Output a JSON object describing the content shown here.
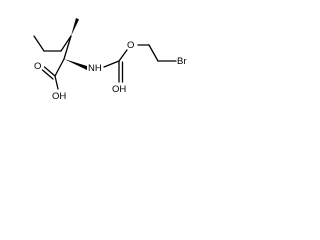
{
  "structure": {
    "atoms": {
      "carboxyl_oxygen": "O",
      "hydroxyl": "OH",
      "amine": "NH",
      "ether_oxygen": "O",
      "carbamate_hydroxyl": "OH",
      "bromine": "Br"
    },
    "colors": {
      "bond": "#000000",
      "label": "#000000",
      "background": "#ffffff"
    }
  }
}
